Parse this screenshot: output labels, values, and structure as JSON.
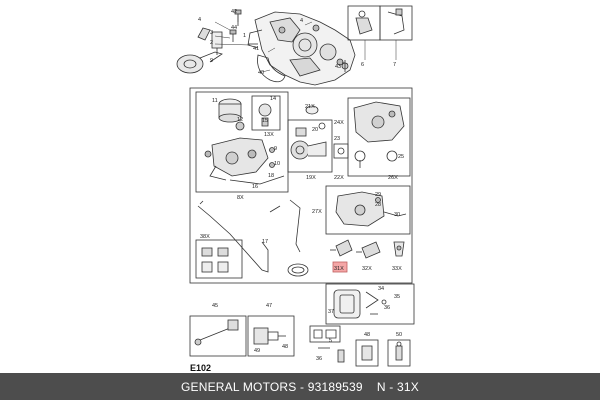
{
  "diagram": {
    "page_code": "E102",
    "highlight_color": "#f4a6a6",
    "line_color": "#333333",
    "callouts": {
      "c1": "1",
      "c2": "2",
      "c3": "3",
      "c4": "4",
      "c5": "5",
      "c6": "6",
      "c7": "7",
      "c8x": "8X",
      "c9": "9",
      "c10": "10",
      "c11": "11",
      "c12": "12",
      "c13x": "13X",
      "c14": "14",
      "c15": "15",
      "c16": "16",
      "c17": "17",
      "c18": "18",
      "c19x": "19X",
      "c20": "20",
      "c21x": "21X",
      "c22x": "22X",
      "c23": "23",
      "c24x": "24X",
      "c25": "25",
      "c26x": "26X",
      "c27x": "27X",
      "c28": "28",
      "c29": "29",
      "c30": "30",
      "c31x": "31X",
      "c32x": "32X",
      "c33x": "33X",
      "c34": "34",
      "c35": "35",
      "c36": "36",
      "c37": "37",
      "c38x": "38X",
      "c40": "40",
      "c41": "41",
      "c42": "42",
      "c43": "43",
      "c44": "44",
      "c45": "45",
      "c47": "47",
      "c48": "48",
      "c49": "49",
      "c50": "50",
      "c36b": "36",
      "c4b": "4",
      "c5b": "5"
    }
  },
  "footer": {
    "brand": "GENERAL MOTORS",
    "part_number": "93189539",
    "position_label": "N - 31X"
  }
}
